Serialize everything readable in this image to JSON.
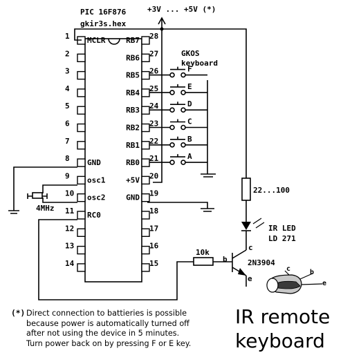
{
  "ic": {
    "model": "PIC 16F876",
    "hexfile": "gkir3s.hex",
    "left_pins": [
      "1",
      "2",
      "3",
      "4",
      "5",
      "6",
      "7",
      "8",
      "9",
      "10",
      "11",
      "12",
      "13",
      "14"
    ],
    "right_pins": [
      "28",
      "27",
      "26",
      "25",
      "24",
      "23",
      "22",
      "21",
      "20",
      "19",
      "18",
      "17",
      "16",
      "15"
    ],
    "left_labels": [
      "MCLR",
      "",
      "",
      "",
      "",
      "",
      "",
      "GND",
      "osc1",
      "osc2",
      "RC0",
      "",
      "",
      ""
    ],
    "right_labels": [
      "RB7",
      "RB6",
      "RB5",
      "RB4",
      "RB3",
      "RB2",
      "RB1",
      "RB0",
      "+5V",
      "GND",
      "",
      "",
      "",
      ""
    ]
  },
  "power": {
    "label": "+3V ... +5V (*)"
  },
  "keyboard": {
    "title_line1": "GKOS",
    "title_line2": "keyboard",
    "keys": [
      "F",
      "E",
      "D",
      "C",
      "B",
      "A"
    ]
  },
  "crystal": {
    "label": "4MHz"
  },
  "resistor_led": {
    "label": "22...100"
  },
  "led": {
    "label_line1": "IR LED",
    "label_line2": "LD 271"
  },
  "resistor_base": {
    "label": "10k"
  },
  "transistor": {
    "model": "2N3904",
    "pin_c": "c",
    "pin_b": "b",
    "pin_e": "e"
  },
  "pinout": {
    "c": "c",
    "b": "b",
    "e": "e"
  },
  "footnote": {
    "mark": "(*)",
    "lines": [
      "Direct connection to battieries is possible",
      "because power is automatically turned off",
      "after not using the device in 5 minutes.",
      "Turn power back on by pressing F or E key."
    ]
  },
  "title": {
    "line1": "IR remote",
    "line2": "keyboard"
  }
}
